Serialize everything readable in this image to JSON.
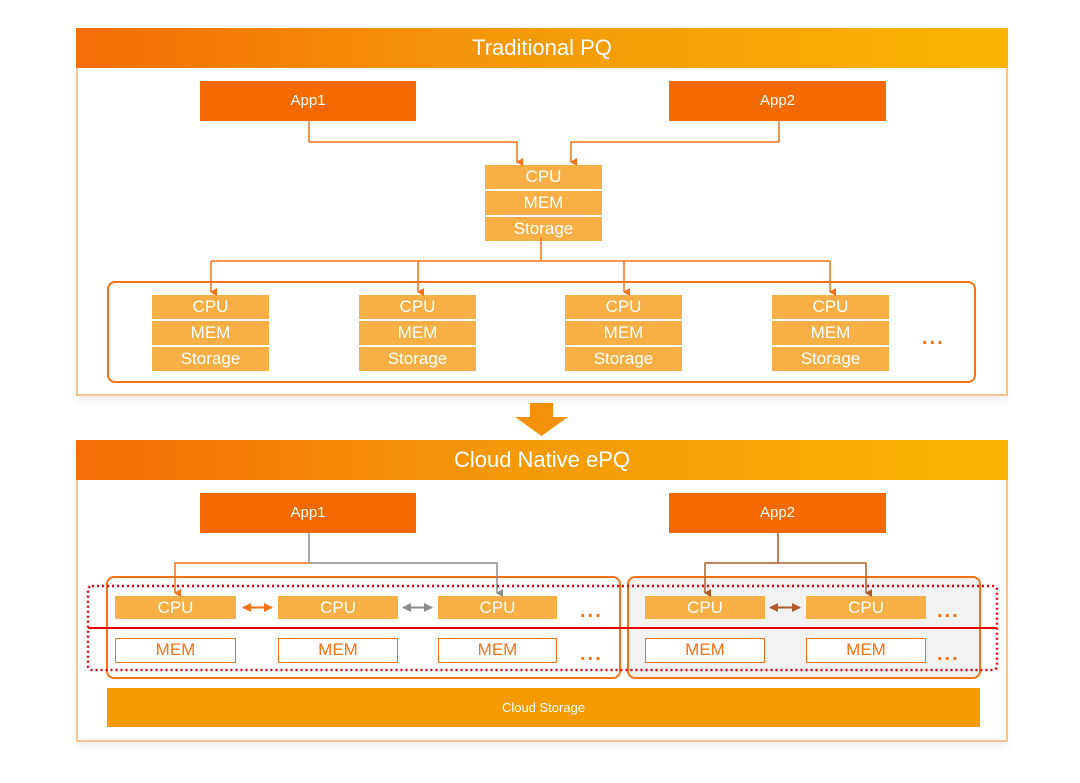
{
  "traditional": {
    "title": "Traditional PQ",
    "apps": [
      "App1",
      "App2"
    ],
    "coordinator": {
      "cpu": "CPU",
      "mem": "MEM",
      "storage": "Storage"
    },
    "workers": [
      {
        "cpu": "CPU",
        "mem": "MEM",
        "storage": "Storage"
      },
      {
        "cpu": "CPU",
        "mem": "MEM",
        "storage": "Storage"
      },
      {
        "cpu": "CPU",
        "mem": "MEM",
        "storage": "Storage"
      },
      {
        "cpu": "CPU",
        "mem": "MEM",
        "storage": "Storage"
      }
    ],
    "more": "..."
  },
  "transition_arrow": "down-arrow",
  "cloud_native": {
    "title": "Cloud Native ePQ",
    "apps": [
      "App1",
      "App2"
    ],
    "group1": {
      "cpus": [
        "CPU",
        "CPU",
        "CPU"
      ],
      "mems": [
        "MEM",
        "MEM",
        "MEM"
      ],
      "more": "..."
    },
    "group2": {
      "cpus": [
        "CPU",
        "CPU"
      ],
      "mems": [
        "MEM",
        "MEM"
      ],
      "more": "..."
    },
    "storage": "Cloud Storage"
  },
  "colors": {
    "app": "#f46a00",
    "cell": "#f8af45",
    "line_orange": "#f57216",
    "line_gray": "#8c8c8c",
    "line_brown": "#b35a2b",
    "divider_red": "#e8000b",
    "storage": "#f59b00"
  }
}
